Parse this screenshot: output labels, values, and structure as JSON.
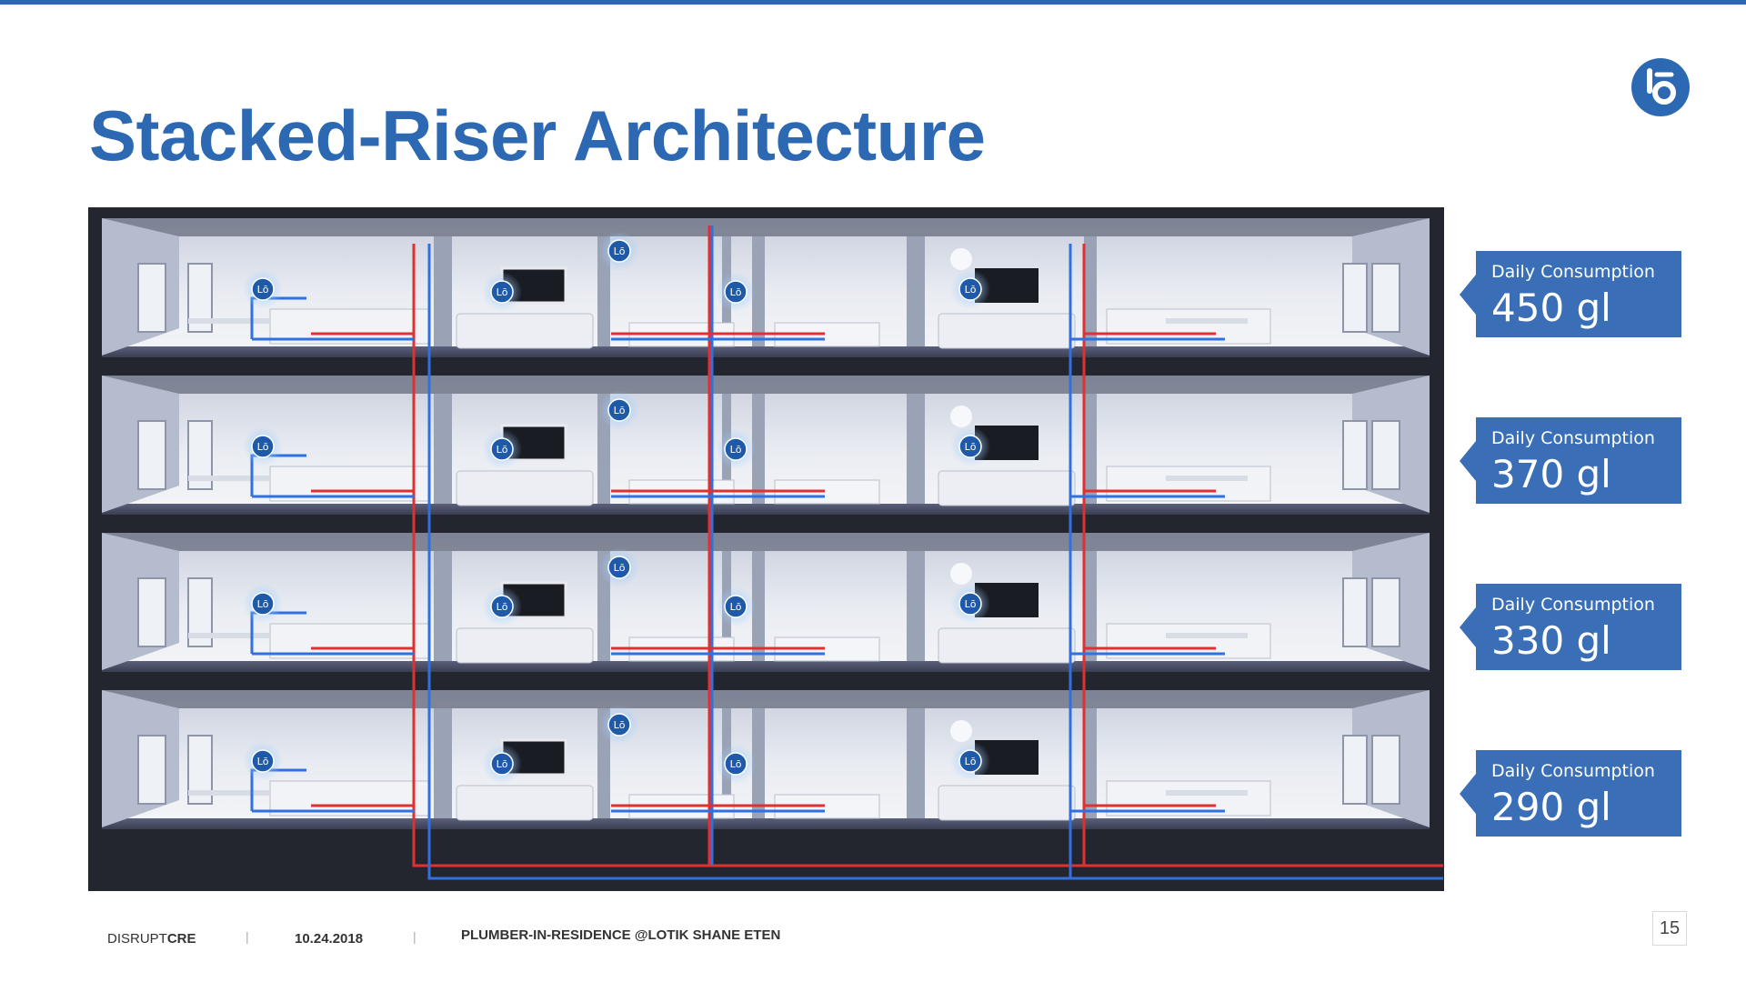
{
  "slide": {
    "title": "Stacked-Riser Architecture",
    "page_number": "15"
  },
  "logo": {
    "icon": "lo-logo-icon",
    "glyph": "Lō"
  },
  "sensor": {
    "label": "Lō",
    "icon": "lo-sensor-icon"
  },
  "building": {
    "floors": [
      {
        "consumption_label": "Daily Consumption",
        "consumption_value": "450 gl"
      },
      {
        "consumption_label": "Daily Consumption",
        "consumption_value": "370 gl"
      },
      {
        "consumption_label": "Daily Consumption",
        "consumption_value": "330 gl"
      },
      {
        "consumption_label": "Daily Consumption",
        "consumption_value": "290 gl"
      }
    ],
    "units_per_floor": 4
  },
  "footer": {
    "brand_prefix": "DISRUPT",
    "brand_suffix": "CRE",
    "date": "10.24.2018",
    "subtitle": "PLUMBER-IN-RESIDENCE @LOTIK SHANE ETEN"
  },
  "colors": {
    "brand_blue": "#2d68b3",
    "box_blue": "#3a6fb7",
    "hot_pipe": "#e03030",
    "cold_pipe": "#3070e0",
    "sensor_blue": "#1e5aa8"
  }
}
